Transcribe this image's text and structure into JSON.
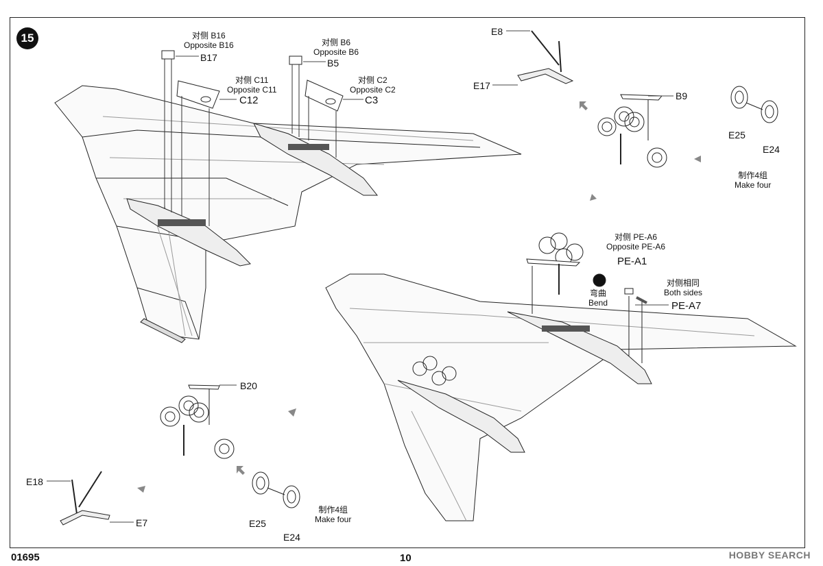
{
  "step_number": "15",
  "footer": {
    "code": "01695",
    "page": "10",
    "watermark": "HOBBY SEARCH"
  },
  "callouts": {
    "b16_cn": "对侧 B16",
    "b16_en": "Opposite B16",
    "b17": "B17",
    "b6_cn": "对侧 B6",
    "b6_en": "Opposite B6",
    "b5": "B5",
    "c11_cn": "对侧 C11",
    "c11_en": "Opposite C11",
    "c12": "C12",
    "c2_cn": "对侧 C2",
    "c2_en": "Opposite C2",
    "c3": "C3",
    "e8": "E8",
    "e17": "E17",
    "b9": "B9",
    "e25_top": "E25",
    "e24_top": "E24",
    "make4_top_cn": "制作4组",
    "make4_top_en": "Make four",
    "pea6_cn": "对侧 PE-A6",
    "pea6_en": "Opposite PE-A6",
    "pea1": "PE-A1",
    "bend_cn": "弯曲",
    "bend_en": "Bend",
    "both_cn": "对侧相同",
    "both_en": "Both sides",
    "pea7": "PE-A7",
    "b20": "B20",
    "e18": "E18",
    "e7": "E7",
    "e25_bot": "E25",
    "e24_bot": "E24",
    "make4_bot_cn": "制作4组",
    "make4_bot_en": "Make four"
  }
}
